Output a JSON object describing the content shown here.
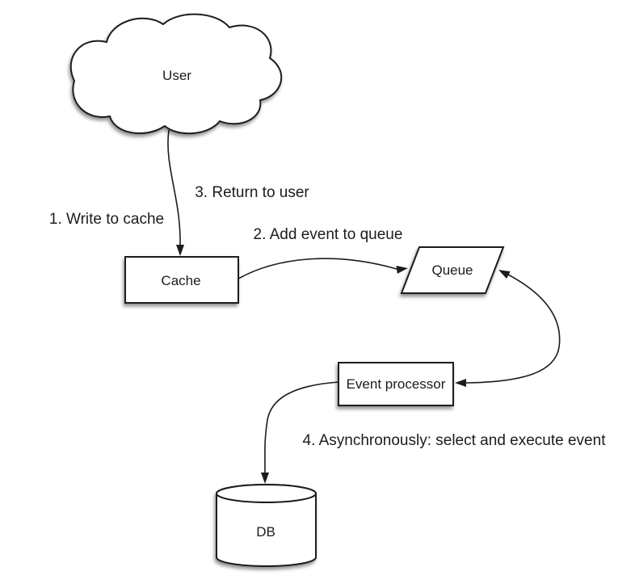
{
  "diagram": {
    "background_color": "#ffffff",
    "shape_fill_color": "#ffffff",
    "stroke_color": "#1c1c1c",
    "text_color": "#1c1c1c",
    "nodes": {
      "user": {
        "label": "User",
        "shape": "cloud"
      },
      "cache": {
        "label": "Cache",
        "shape": "rectangle"
      },
      "queue": {
        "label": "Queue",
        "shape": "parallelogram"
      },
      "event_processor": {
        "label": "Event processor",
        "shape": "rectangle"
      },
      "db": {
        "label": "DB",
        "shape": "cylinder"
      }
    },
    "annotations": {
      "step1": "1. Write to cache",
      "step2": "2. Add event to queue",
      "step3": "3. Return to user",
      "step4": "4. Asynchronously: select and execute event"
    },
    "edges": [
      {
        "from": "user",
        "to": "cache",
        "style": "arrow"
      },
      {
        "from": "cache",
        "to": "queue",
        "style": "arrow"
      },
      {
        "from": "queue",
        "to": "event_processor",
        "style": "double-arrow"
      },
      {
        "from": "event_processor",
        "to": "db",
        "style": "arrow"
      }
    ]
  }
}
